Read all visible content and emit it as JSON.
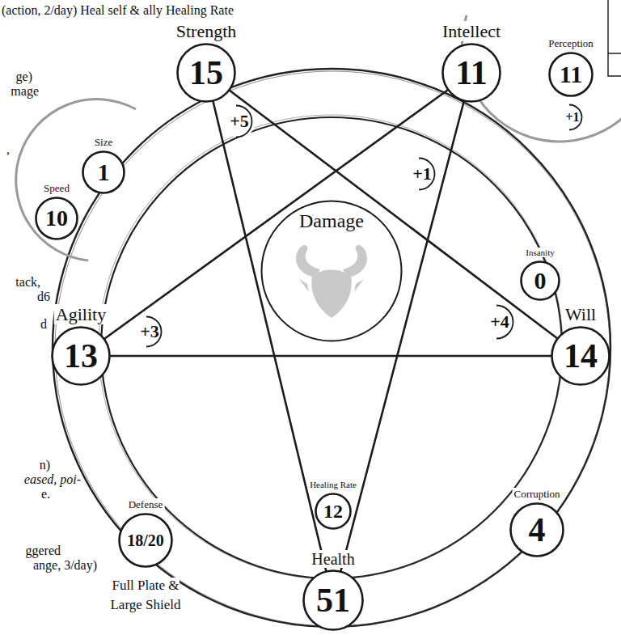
{
  "diagram": {
    "nodes": [
      {
        "text": [
          "Strength",
          "15"
        ]
      },
      {
        "text": [
          "+5"
        ]
      },
      {
        "text": [
          "Intellect",
          "11"
        ]
      },
      {
        "text": [
          "+1"
        ]
      },
      {
        "text": [
          "Perception",
          "11"
        ]
      },
      {
        "text": [
          "+1"
        ]
      },
      {
        "text": [
          "Size",
          "1"
        ]
      },
      {
        "text": [
          "Speed",
          "10"
        ]
      },
      {
        "text": [
          "Damage"
        ]
      },
      {
        "text": [
          "Insanity",
          "0"
        ]
      },
      {
        "text": [
          "Agility",
          "13"
        ]
      },
      {
        "text": [
          "+3"
        ]
      },
      {
        "text": [
          "+4"
        ]
      },
      {
        "text": [
          "Will",
          "14"
        ]
      },
      {
        "text": [
          "Healing Rate",
          "12"
        ]
      },
      {
        "text": [
          "Health",
          "51"
        ]
      },
      {
        "text": [
          "Defense",
          "18/20"
        ]
      },
      {
        "text": [
          "Corruption",
          "4"
        ]
      }
    ],
    "edges": [
      {
        "from": 0,
        "to": 15,
        "arrow": "none"
      },
      {
        "from": 0,
        "to": 13,
        "arrow": "none"
      },
      {
        "from": 2,
        "to": 10,
        "arrow": "none"
      },
      {
        "from": 2,
        "to": 15,
        "arrow": "none"
      },
      {
        "from": 10,
        "to": 13,
        "arrow": "none"
      }
    ],
    "labels": [
      "(action, 2/day) Heal self & ally Healing Rate",
      "ge)",
      "mage",
      ",",
      "tack,",
      "d6",
      "d",
      "n)",
      "eased, poi-",
      "e.",
      "ggered",
      "ange, 3/day)",
      "Full Plate & Large Shield"
    ]
  }
}
